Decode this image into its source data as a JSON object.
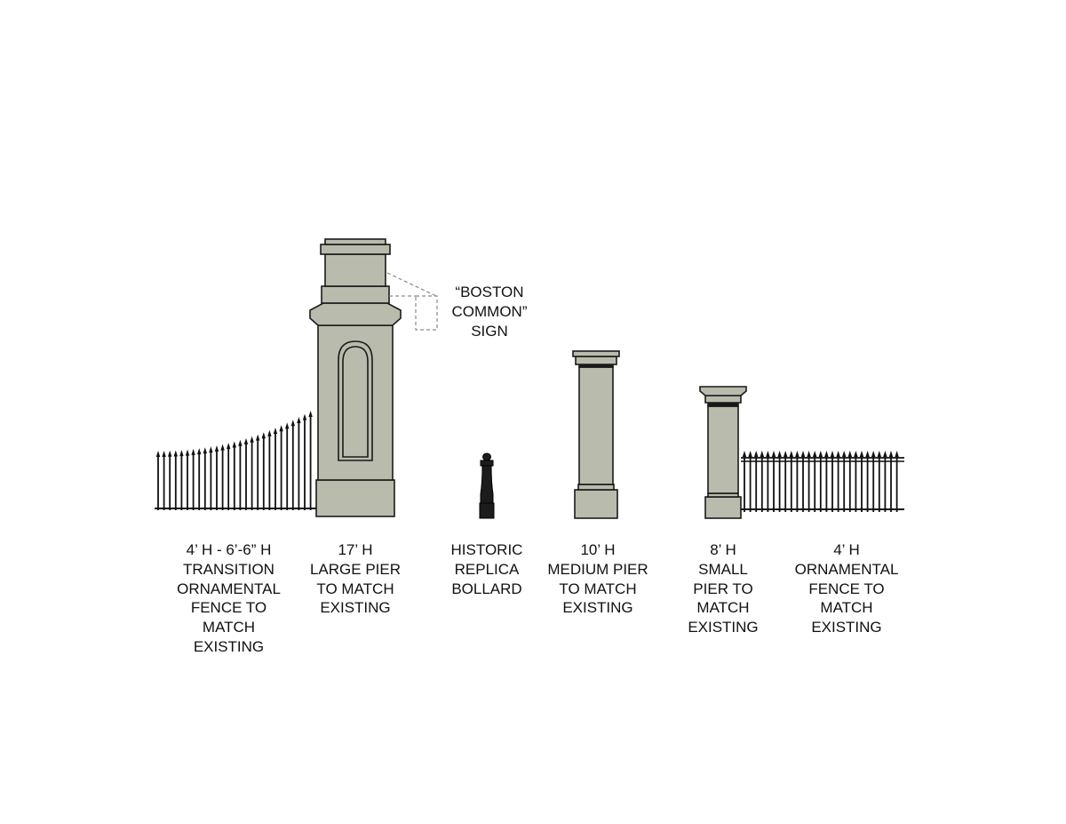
{
  "colors": {
    "stone": "#b9bbad",
    "outline": "#1a1a1a",
    "iron": "#111111",
    "dashed": "#8a8a8a",
    "background": "#ffffff"
  },
  "sign_label": "“BOSTON\nCOMMON”\nSIGN",
  "items": [
    {
      "id": "transition-fence",
      "label": "4’ H - 6’-6” H\nTRANSITION\nORNAMENTAL\nFENCE TO\nMATCH\nEXISTING"
    },
    {
      "id": "large-pier",
      "label": "17’ H\nLARGE PIER\nTO MATCH\nEXISTING"
    },
    {
      "id": "bollard",
      "label": "HISTORIC\nREPLICA\nBOLLARD"
    },
    {
      "id": "medium-pier",
      "label": "10’ H\nMEDIUM PIER\nTO MATCH\nEXISTING"
    },
    {
      "id": "small-pier",
      "label": "8’ H\nSMALL\nPIER TO\nMATCH\nEXISTING"
    },
    {
      "id": "ornamental-fence",
      "label": "4’ H\nORNAMENTAL\nFENCE TO\nMATCH\nEXISTING"
    }
  ]
}
